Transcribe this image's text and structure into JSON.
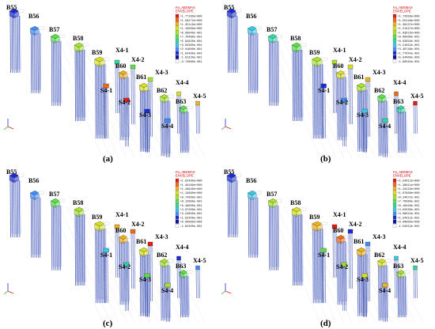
{
  "panels": [
    {
      "caption": "(a)",
      "legend": {
        "title": "Fa_ABSMAX",
        "subtitle": "ENVELOPE",
        "values": [
          "+1.77160e+000",
          "+1.58272e+000",
          "+1.35116e+000",
          "+1.15960e+000",
          "+9.68040e-001",
          "+7.76480e-001",
          "+5.84920e-001",
          "+3.93360e-001",
          "+2.01800e-001",
          "+1.02400e-002",
          "-1.81320e-001",
          "-3.72880e-001"
        ]
      },
      "labels": [
        "B55",
        "B56",
        "B57",
        "B58",
        "B59",
        "B60",
        "B61",
        "B62",
        "B63",
        "X4-1",
        "X4-2",
        "X4-3",
        "X4-4",
        "X4-5",
        "S4-1",
        "S4-2",
        "S4-3",
        "S4-4"
      ]
    },
    {
      "caption": "(b)",
      "legend": {
        "title": "Fa_ABSMAX",
        "subtitle": "ENVELOPE",
        "values": [
          "+1.72658e+000",
          "+1.55448e+000",
          "+1.38237e+000",
          "+1.21027e+000",
          "+1.03816e+000",
          "+8.66060e-001",
          "+6.93956e-001",
          "+5.21852e-001",
          "+3.49748e-001",
          "+1.77644e-001",
          "+5.54000e-003",
          "-1.66564e-001"
        ]
      },
      "labels": [
        "B55",
        "B56",
        "B57",
        "B58",
        "B59",
        "B60",
        "B61",
        "B62",
        "B63",
        "X4-1",
        "X4-2",
        "X4-3",
        "X4-4",
        "X4-5",
        "S4-1",
        "S4-2",
        "S4-3",
        "S4-4"
      ]
    },
    {
      "caption": "(c)",
      "legend": {
        "title": "Fa_ABSMAX",
        "subtitle": "ENVELOPE",
        "values": [
          "+1.62400e+000",
          "+1.46160e+000",
          "+1.29920e+000",
          "+1.13680e+000",
          "+9.74400e-001",
          "+8.12000e-001",
          "+6.49600e-001",
          "+4.87200e-001",
          "+3.24800e-001",
          "+1.62400e-001",
          "+0.00000e+000",
          "-1.62400e-001"
        ]
      },
      "labels": [
        "B55",
        "B56",
        "B57",
        "B58",
        "B59",
        "B60",
        "B61",
        "B62",
        "B63",
        "X4-1",
        "X4-2",
        "X4-3",
        "X4-4",
        "X4-5",
        "S4-1",
        "S4-2",
        "S4-3",
        "S4-4"
      ]
    },
    {
      "caption": "(d)",
      "legend": {
        "title": "Fa_ABSMAX",
        "subtitle": "ENVELOPE",
        "values": [
          "+1.54012e+000",
          "+1.38611e+000",
          "+1.23210e+000",
          "+1.07808e+000",
          "+9.24072e-001",
          "+7.70060e-001",
          "+6.16048e-001",
          "+4.62036e-001",
          "+3.08024e-001",
          "+1.54012e-001",
          "+0.00000e+000",
          "-1.54012e-001"
        ]
      },
      "labels": [
        "B55",
        "B56",
        "B57",
        "B58",
        "B59",
        "B60",
        "B61",
        "B62",
        "B63",
        "X4-1",
        "X4-2",
        "X4-3",
        "X4-4",
        "X4-5",
        "S4-1",
        "S4-2",
        "S4-3",
        "S4-4"
      ]
    }
  ],
  "colors": {
    "pile": "#3a4fb0",
    "cap_palette": [
      "#1a2bd6",
      "#3f8cff",
      "#35c9e8",
      "#2fd8a0",
      "#58e046",
      "#a6e32a",
      "#d7e01f",
      "#f0b117",
      "#f06a13",
      "#e21c12"
    ],
    "legend_colors": [
      "#e21c12",
      "#f06a13",
      "#f0b117",
      "#d7e01f",
      "#a6e32a",
      "#58e046",
      "#2fd8a0",
      "#35c9e8",
      "#3f8cff",
      "#1a2bd6",
      "#1010a0",
      "#ffffff"
    ]
  }
}
